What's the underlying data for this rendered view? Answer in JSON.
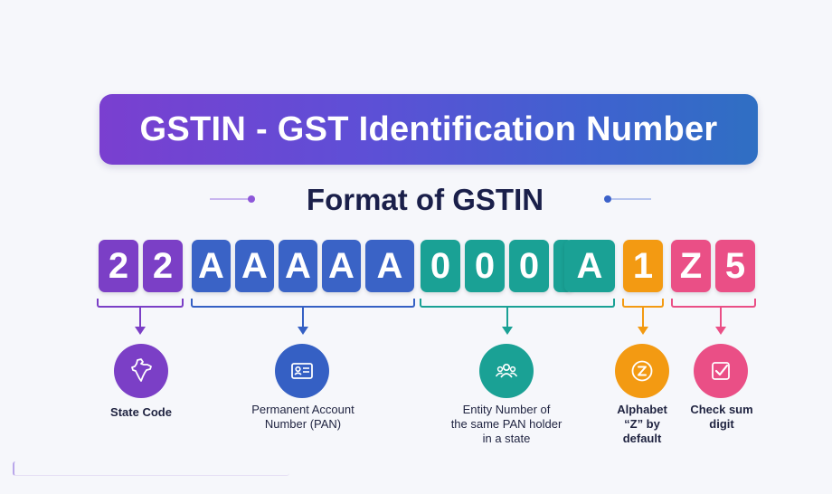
{
  "title": "GSTIN - GST Identification Number",
  "subtitle": "Format of GSTIN",
  "characters": [
    "2",
    "2",
    "A",
    "A",
    "A",
    "A",
    "A",
    "0",
    "0",
    "0",
    "0",
    "A",
    "1",
    "Z",
    "5"
  ],
  "segments": [
    {
      "label": "State Code",
      "color": "#7b3fc6",
      "icon": "india-map-icon"
    },
    {
      "label": "Permanent Account\nNumber (PAN)",
      "color": "#3560c4",
      "icon": "id-card-icon"
    },
    {
      "label": "Entity Number of\nthe same PAN holder\nin a state",
      "color": "#1aa195",
      "icon": "people-group-icon"
    },
    {
      "label": "Alphabet\n“Z” by\ndefault",
      "color": "#f39a12",
      "icon": "letter-z-icon"
    },
    {
      "label": "Check sum\ndigit",
      "color": "#ea4f86",
      "icon": "checkbox-icon"
    }
  ]
}
